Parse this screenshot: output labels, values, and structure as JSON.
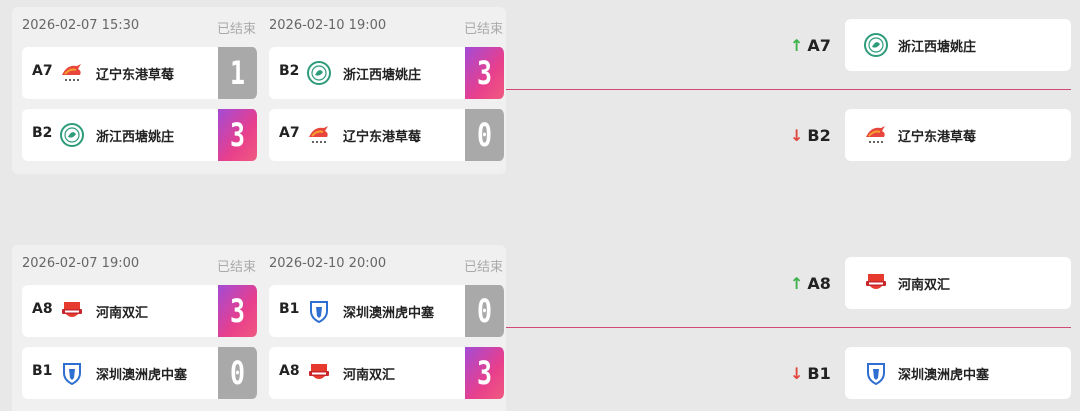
{
  "groups": [
    {
      "legs": [
        {
          "datetime": "2026-02-07 15:30",
          "status": "已结束",
          "rows": [
            {
              "seed": "A7",
              "team": "辽宁东港草莓",
              "logo": "liaoning-logo-icon",
              "score": "1",
              "winner": false
            },
            {
              "seed": "B2",
              "team": "浙江西塘姚庄",
              "logo": "zhejiang-logo-icon",
              "score": "3",
              "winner": true
            }
          ]
        },
        {
          "datetime": "2026-02-10 19:00",
          "status": "已结束",
          "rows": [
            {
              "seed": "B2",
              "team": "浙江西塘姚庄",
              "logo": "zhejiang-logo-icon",
              "score": "3",
              "winner": true
            },
            {
              "seed": "A7",
              "team": "辽宁东港草莓",
              "logo": "liaoning-logo-icon",
              "score": "0",
              "winner": false
            }
          ]
        }
      ],
      "results": [
        {
          "direction": "up",
          "arrow": "↑",
          "seed": "A7",
          "team": "浙江西塘姚庄",
          "logo": "zhejiang-logo-icon"
        },
        {
          "direction": "down",
          "arrow": "↓",
          "seed": "B2",
          "team": "辽宁东港草莓",
          "logo": "liaoning-logo-icon"
        }
      ]
    },
    {
      "legs": [
        {
          "datetime": "2026-02-07 19:00",
          "status": "已结束",
          "rows": [
            {
              "seed": "A8",
              "team": "河南双汇",
              "logo": "henan-logo-icon",
              "score": "3",
              "winner": true
            },
            {
              "seed": "B1",
              "team": "深圳澳洲虎中塞",
              "logo": "shenzhen-logo-icon",
              "score": "0",
              "winner": false
            }
          ]
        },
        {
          "datetime": "2026-02-10 20:00",
          "status": "已结束",
          "rows": [
            {
              "seed": "B1",
              "team": "深圳澳洲虎中塞",
              "logo": "shenzhen-logo-icon",
              "score": "0",
              "winner": false
            },
            {
              "seed": "A8",
              "team": "河南双汇",
              "logo": "henan-logo-icon",
              "score": "3",
              "winner": true
            }
          ]
        }
      ],
      "results": [
        {
          "direction": "up",
          "arrow": "↑",
          "seed": "A8",
          "team": "河南双汇",
          "logo": "henan-logo-icon"
        },
        {
          "direction": "down",
          "arrow": "↓",
          "seed": "B1",
          "team": "深圳澳洲虎中塞",
          "logo": "shenzhen-logo-icon"
        }
      ]
    }
  ],
  "colors": {
    "win_gradient_start": "#a34bd6",
    "win_gradient_end": "#f05a80",
    "lose": "#a9a9a9",
    "bracket_line": "#d1487a",
    "up_arrow": "#3db24a",
    "down_arrow": "#e0483f"
  }
}
